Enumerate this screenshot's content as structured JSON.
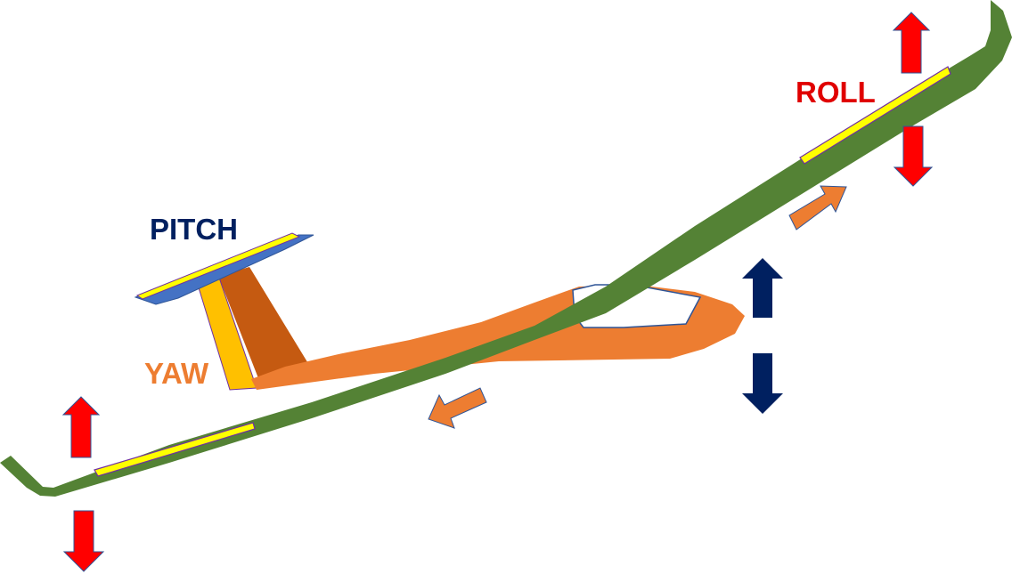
{
  "labels": {
    "roll": "ROLL",
    "pitch": "PITCH",
    "yaw": "YAW"
  },
  "colors": {
    "wing": "#548235",
    "fuselage": "#ED7D31",
    "fin": "#C55A11",
    "rudder": "#FFC000",
    "stabilizer": "#4472C4",
    "control_surface": "#FFFF00",
    "roll_arrow": "#FF0000",
    "pitch_arrow": "#002060",
    "yaw_arrow": "#ED7D31",
    "roll_text": "#E00000",
    "pitch_text": "#002060",
    "yaw_text": "#ED7D31",
    "canopy": "#FFFFFF",
    "outline": "#2F5597"
  },
  "icons": {
    "roll": [
      "arrow-up-icon",
      "arrow-down-icon"
    ],
    "pitch": [
      "arrow-up-icon",
      "arrow-down-icon"
    ],
    "yaw": [
      "arrow-forward-icon",
      "arrow-backward-icon"
    ]
  }
}
